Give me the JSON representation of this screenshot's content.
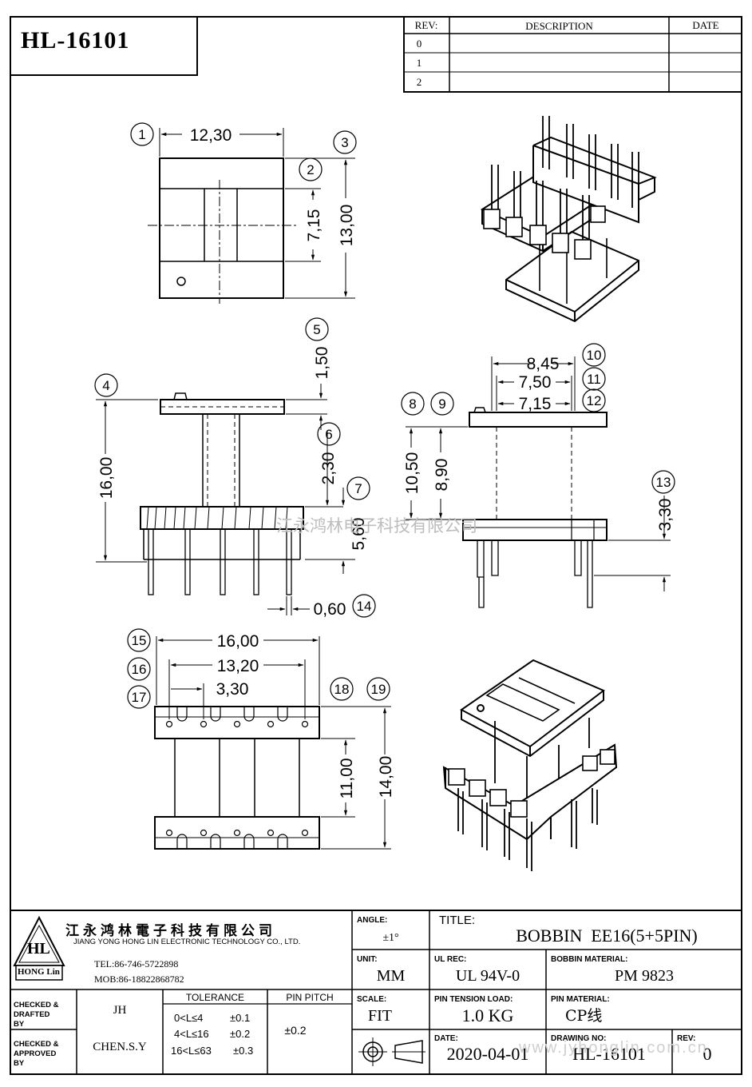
{
  "part_number": "HL-16101",
  "revision_table": {
    "headers": [
      "REV:",
      "DESCRIPTION",
      "DATE"
    ],
    "rows": [
      {
        "rev": "0",
        "description": "",
        "date": ""
      },
      {
        "rev": "1",
        "description": "",
        "date": ""
      },
      {
        "rev": "2",
        "description": "",
        "date": ""
      }
    ]
  },
  "dimensions": {
    "d1": "12,30",
    "d2": "7,15",
    "d3": "13,00",
    "d4": "16,00",
    "d5": "1,50",
    "d6": "2,30",
    "d7": "5,60",
    "d8": "10,50",
    "d9": "8,90",
    "d10": "8,45",
    "d11": "7,50",
    "d12": "7,15",
    "d13": "3,30",
    "d14": "0,60",
    "d15": "16,00",
    "d16": "13,20",
    "d17": "3,30",
    "d18": "11,00",
    "d19": "14,00"
  },
  "balloons": [
    "1",
    "2",
    "3",
    "4",
    "5",
    "6",
    "7",
    "8",
    "9",
    "10",
    "11",
    "12",
    "13",
    "14",
    "15",
    "16",
    "17",
    "18",
    "19"
  ],
  "watermark_center": "江永鸿林电子科技有限公司",
  "watermark_footer": "www.jyhonglin.com.cn",
  "company": {
    "name_cn": "江永鸿林電子科技有限公司",
    "name_en": "JIANG YONG HONG LIN ELECTRONIC TECHNOLOGY CO., LTD.",
    "tel": "TEL:86-746-5722898",
    "mob": "MOB:86-18822868782",
    "logo_text": "HL",
    "logo_sub": "HONG Lin"
  },
  "title_block": {
    "angle_label": "ANGLE:",
    "angle_value": "±1°",
    "title_label": "TITLE:",
    "title_value": "BOBBIN  EE16(5+5PIN)",
    "unit_label": "UNIT:",
    "unit_value": "MM",
    "ulrec_label": "UL REC:",
    "ulrec_value": "UL 94V-0",
    "material_label": "BOBBIN MATERIAL:",
    "material_value": "PM 9823",
    "scale_label": "SCALE:",
    "scale_value": "FIT",
    "tension_label": "PIN TENSION LOAD:",
    "tension_value": "1.0 KG",
    "pinmat_label": "PIN MATERIAL:",
    "pinmat_value": "CP线",
    "date_label": "DATE:",
    "date_value": "2020-04-01",
    "drawno_label": "DRAWING NO:",
    "drawno_value": "HL-16101",
    "rev_label": "REV:",
    "rev_value": "0",
    "checked_drafted_label": "CHECKED & DRAFTED BY",
    "checked_drafted_value": "JH",
    "checked_approved_label": "CHECKED & APPROVED BY",
    "checked_approved_value": "CHEN.S.Y",
    "tolerance_label": "TOLERANCE",
    "tolerance_rows": [
      {
        "range": "0<L≤4",
        "tol": "±0.1"
      },
      {
        "range": "4<L≤16",
        "tol": "±0.2"
      },
      {
        "range": "16<L≤63",
        "tol": "±0.3"
      }
    ],
    "pinpitch_label": "PIN PITCH",
    "pinpitch_value": "±0.2"
  }
}
